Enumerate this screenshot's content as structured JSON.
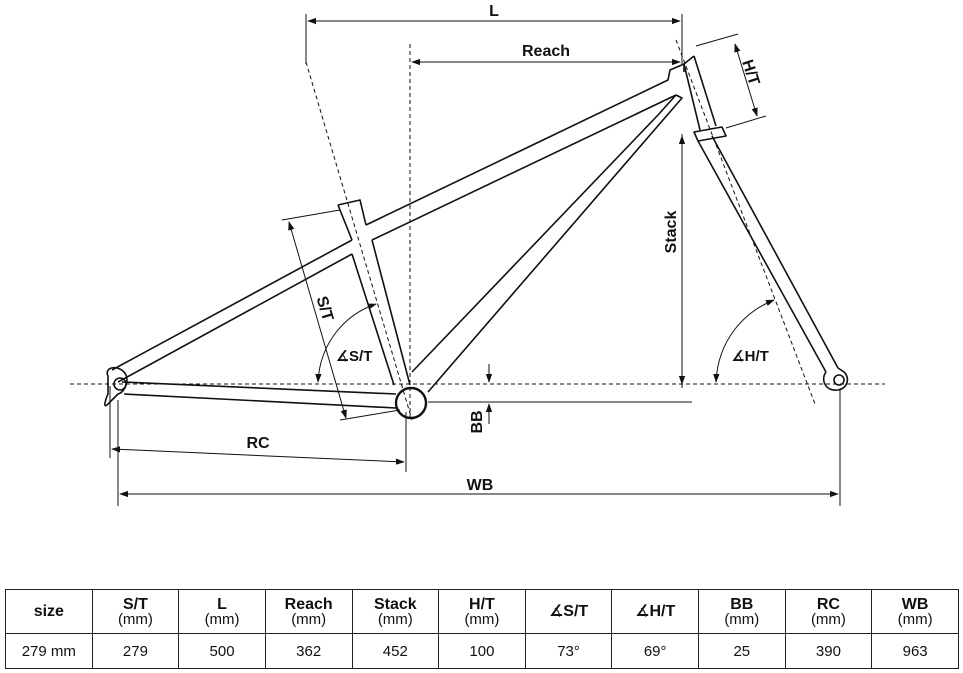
{
  "diagram": {
    "labels": {
      "l": "L",
      "reach": "Reach",
      "ht": "H/T",
      "stack": "Stack",
      "st": "S/T",
      "st_angle": "∡S/T",
      "ht_angle": "∡H/T",
      "bb": "BB",
      "rc": "RC",
      "wb": "WB"
    }
  },
  "table": {
    "headers": [
      {
        "name": "size",
        "unit": ""
      },
      {
        "name": "S/T",
        "unit": "(mm)"
      },
      {
        "name": "L",
        "unit": "(mm)"
      },
      {
        "name": "Reach",
        "unit": "(mm)"
      },
      {
        "name": "Stack",
        "unit": "(mm)"
      },
      {
        "name": "H/T",
        "unit": "(mm)"
      },
      {
        "name": "∡S/T",
        "unit": ""
      },
      {
        "name": "∡H/T",
        "unit": ""
      },
      {
        "name": "BB",
        "unit": "(mm)"
      },
      {
        "name": "RC",
        "unit": "(mm)"
      },
      {
        "name": "WB",
        "unit": "(mm)"
      }
    ],
    "rows": [
      [
        "279 mm",
        "279",
        "500",
        "362",
        "452",
        "100",
        "73°",
        "69°",
        "25",
        "390",
        "963"
      ]
    ]
  }
}
